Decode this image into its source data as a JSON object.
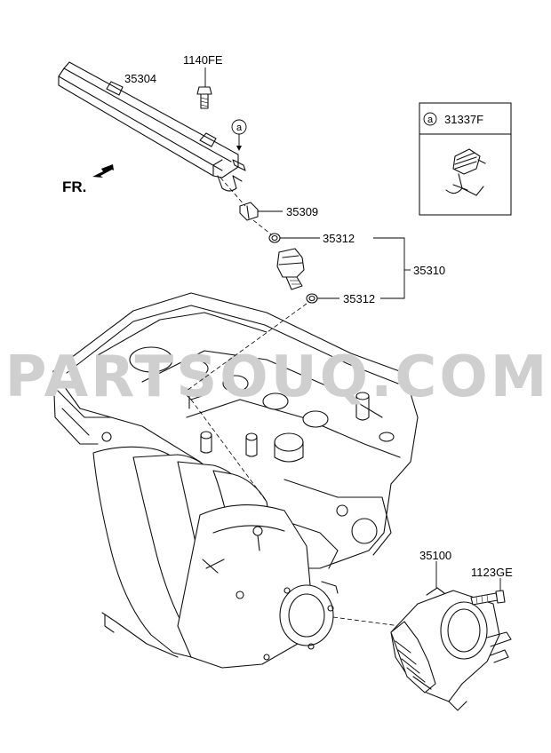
{
  "front_label": "FR.",
  "watermark": "PARTSOUQ.COM",
  "callout_marker": "a",
  "parts": {
    "fuel_rail": "35304",
    "rail_bolt": "1140FE",
    "injector_clip": "35309",
    "oring_upper": "35312",
    "injector_assy": "35310",
    "oring_lower": "35312",
    "throttle_body": "35100",
    "throttle_bolt": "1123GE"
  },
  "detail_box": {
    "marker": "a",
    "part": "31337F"
  }
}
